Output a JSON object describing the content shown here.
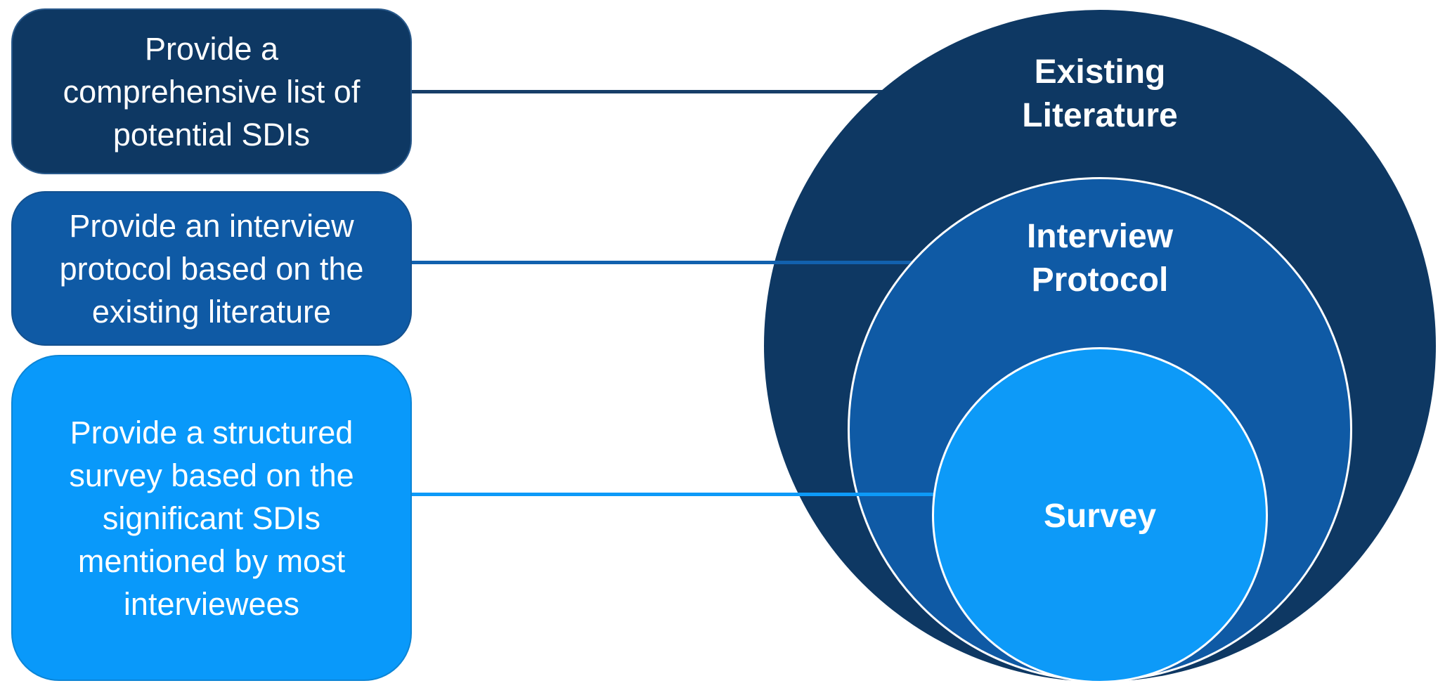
{
  "palette": {
    "navy": "#0E3863",
    "medium_blue": "#0F5AA5",
    "bright_blue": "#0999FA",
    "text_color": "#FFFFFF",
    "circle_border": "#FFFFFF",
    "background": "#FFFFFF"
  },
  "boxes": [
    {
      "id": "literature-goal",
      "label": "Provide a\ncomprehensive list of\npotential SDIs",
      "fill": "#0E3863"
    },
    {
      "id": "interview-goal",
      "label": "Provide an interview\nprotocol based on the\nexisting literature",
      "fill": "#0F5AA5"
    },
    {
      "id": "survey-goal",
      "label": "Provide a structured\nsurvey based on the\nsignificant SDIs\nmentioned by most\ninterviewees",
      "fill": "#0999FA"
    }
  ],
  "circles": [
    {
      "id": "existing-literature",
      "label": "Existing\nLiterature",
      "fill": "#0E3863"
    },
    {
      "id": "interview-protocol",
      "label": "Interview\nProtocol",
      "fill": "#0F5AA5"
    },
    {
      "id": "survey",
      "label": "Survey",
      "fill": "#0D9AF8"
    }
  ],
  "connectors": [
    {
      "id": "connector-literature",
      "fill": "#173E68"
    },
    {
      "id": "connector-interview-protocol",
      "fill": "#1261AE"
    },
    {
      "id": "connector-survey",
      "fill": "#0D9AF8"
    }
  ]
}
